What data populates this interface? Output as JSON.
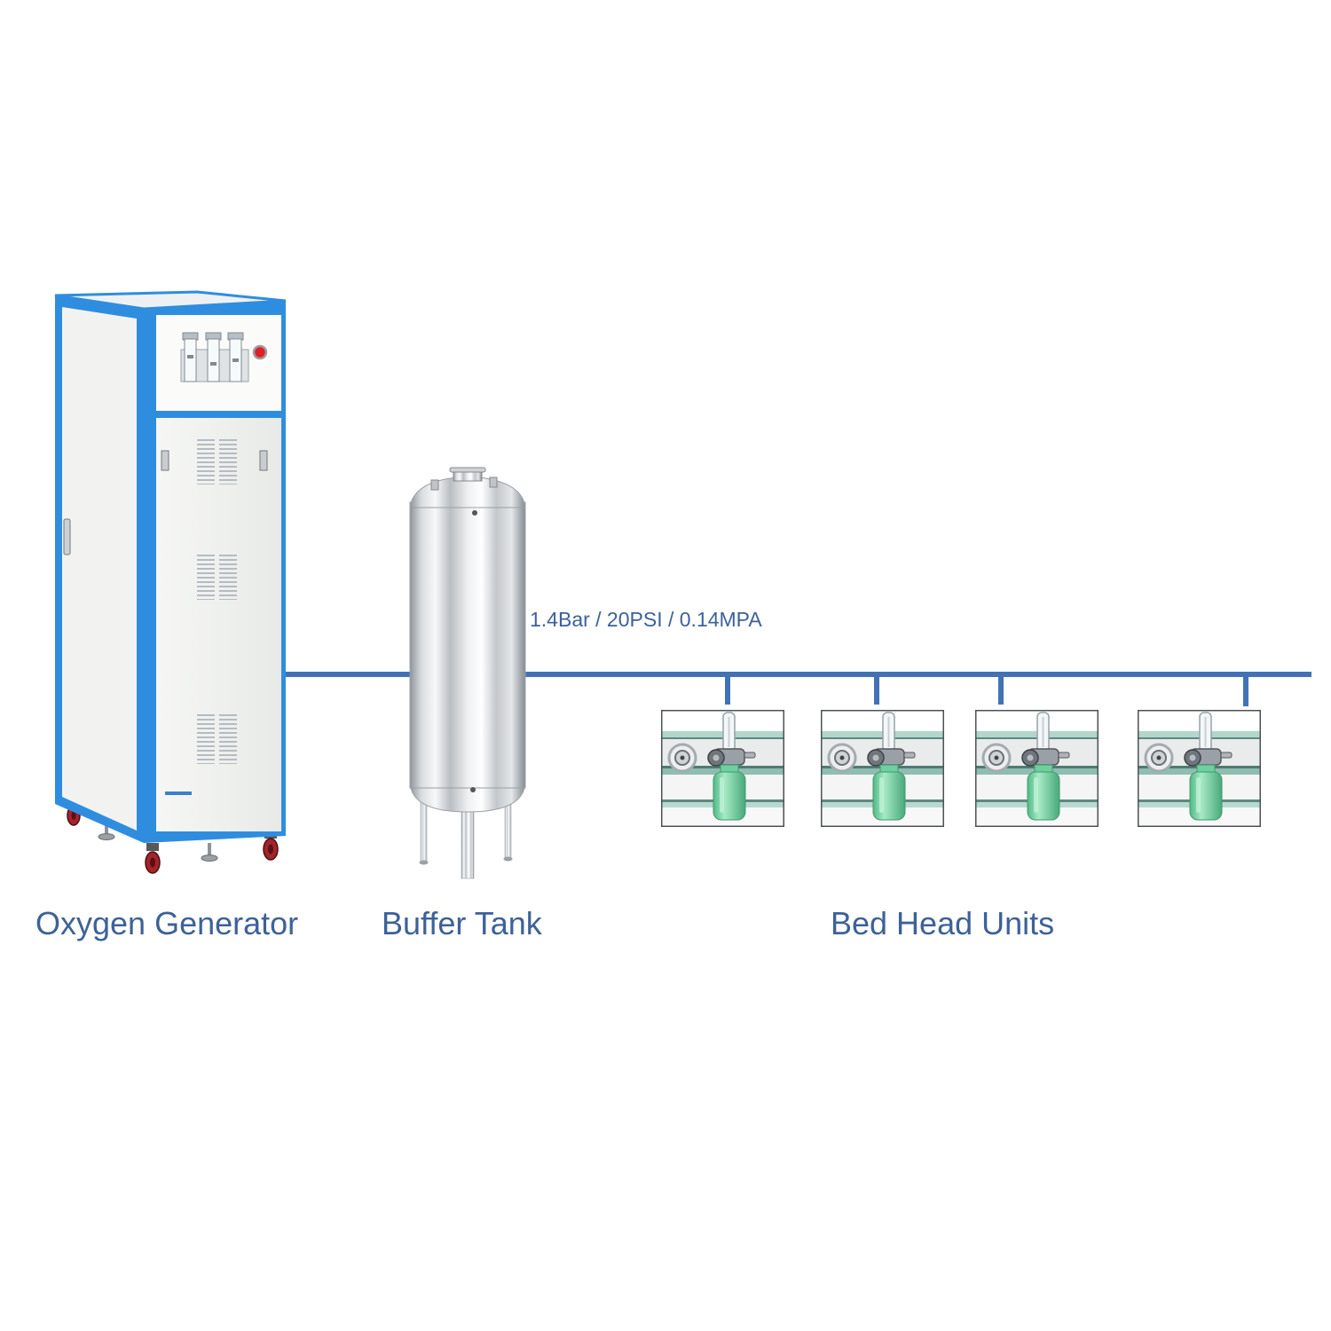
{
  "labels": {
    "oxygen_generator": "Oxygen Generator",
    "buffer_tank": "Buffer Tank",
    "bed_head_units": "Bed Head Units",
    "pipe_pressure": "1.4Bar / 20PSI / 0.14MPA"
  },
  "colors": {
    "label_text": "#3d6199",
    "pipe": "#4272b6",
    "cabinet_frame": "#2f8de0"
  }
}
